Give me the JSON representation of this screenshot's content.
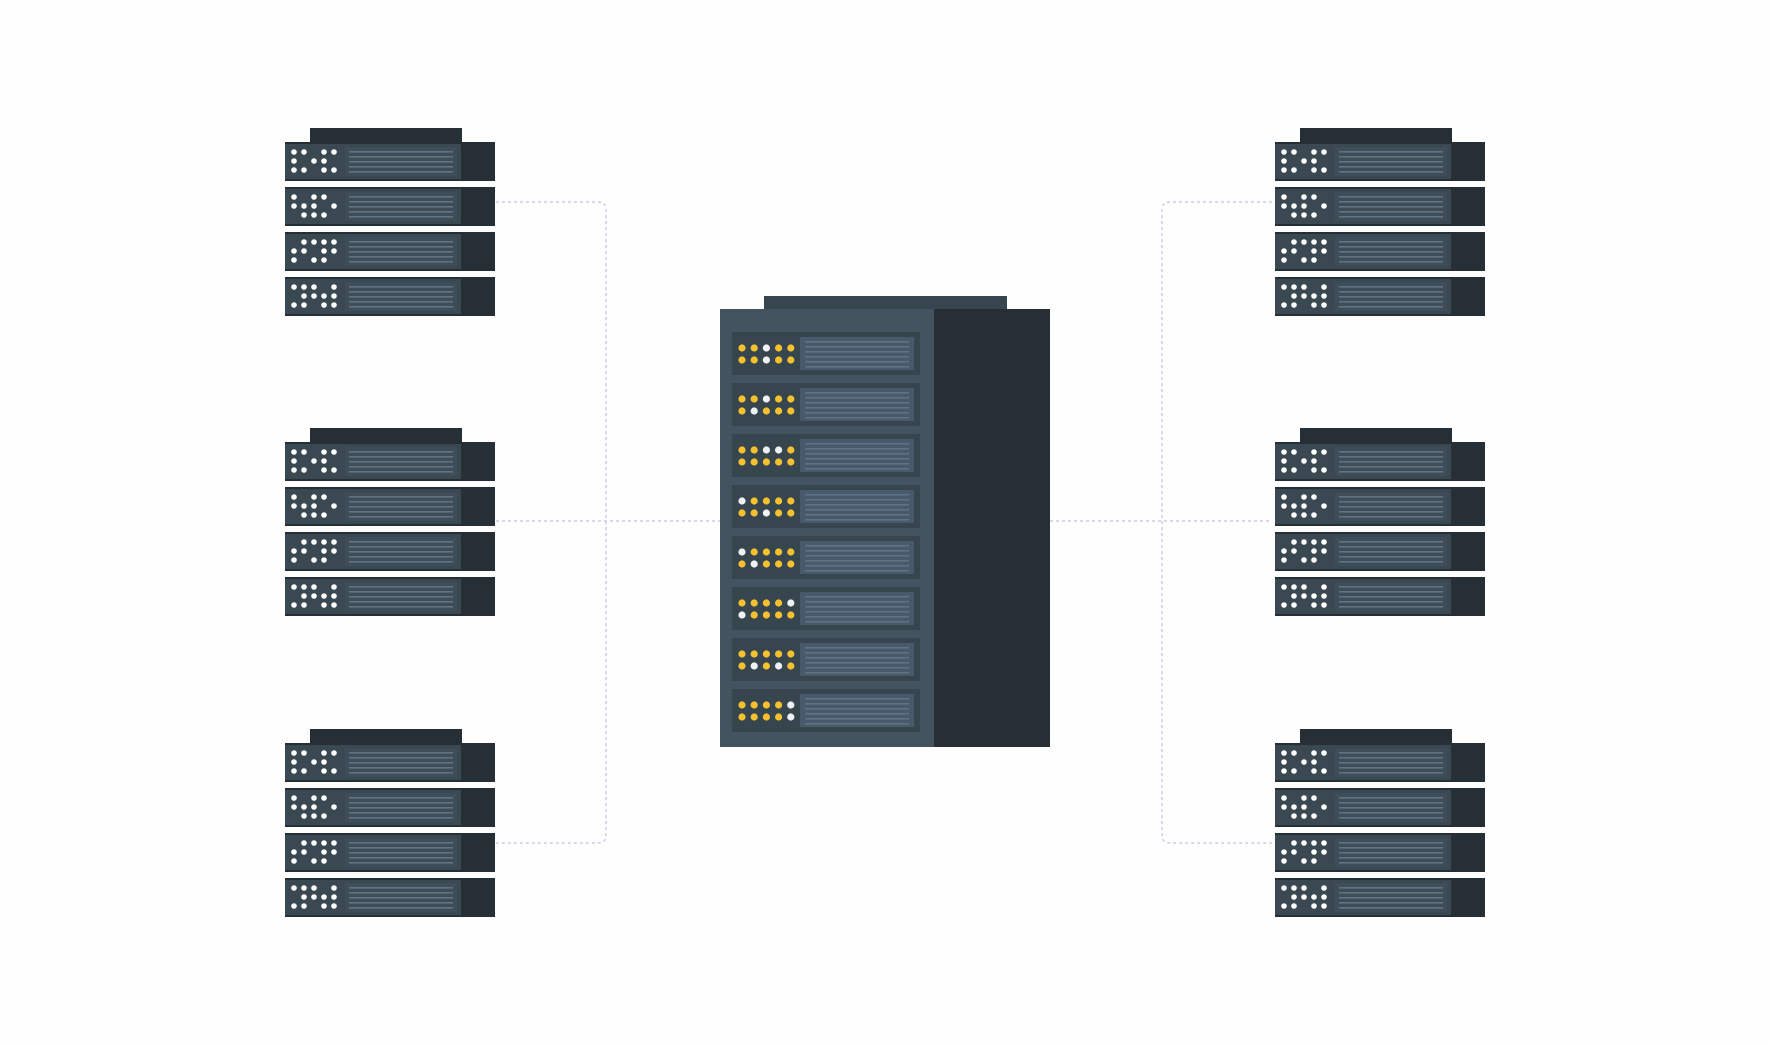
{
  "diagram": {
    "type": "network-topology",
    "central_node": {
      "icon": "server-rack-icon",
      "units": [
        {
          "leds": [
            "y",
            "y",
            "w",
            "y",
            "y",
            "y",
            "y",
            "w",
            "y",
            "y"
          ]
        },
        {
          "leds": [
            "y",
            "y",
            "w",
            "y",
            "y",
            "y",
            "w",
            "y",
            "y",
            "y"
          ]
        },
        {
          "leds": [
            "y",
            "y",
            "w",
            "w",
            "y",
            "y",
            "y",
            "y",
            "y",
            "y"
          ]
        },
        {
          "leds": [
            "w",
            "y",
            "y",
            "y",
            "y",
            "y",
            "y",
            "w",
            "y",
            "y"
          ]
        },
        {
          "leds": [
            "w",
            "y",
            "y",
            "y",
            "y",
            "y",
            "w",
            "y",
            "y",
            "y"
          ]
        },
        {
          "leds": [
            "y",
            "y",
            "y",
            "y",
            "w",
            "w",
            "y",
            "y",
            "y",
            "y"
          ]
        },
        {
          "leds": [
            "y",
            "y",
            "y",
            "y",
            "y",
            "y",
            "w",
            "y",
            "w",
            "y"
          ]
        },
        {
          "leds": [
            "y",
            "y",
            "y",
            "y",
            "w",
            "y",
            "y",
            "y",
            "y",
            "w"
          ]
        }
      ]
    },
    "peripheral_nodes": [
      {
        "id": "left-top",
        "icon": "server-stack-icon"
      },
      {
        "id": "left-middle",
        "icon": "server-stack-icon"
      },
      {
        "id": "left-bottom",
        "icon": "server-stack-icon"
      },
      {
        "id": "right-top",
        "icon": "server-stack-icon"
      },
      {
        "id": "right-middle",
        "icon": "server-stack-icon"
      },
      {
        "id": "right-bottom",
        "icon": "server-stack-icon"
      }
    ],
    "connections": {
      "style": "dotted",
      "links": [
        {
          "from": "left-top",
          "to": "central"
        },
        {
          "from": "left-middle",
          "to": "central"
        },
        {
          "from": "left-bottom",
          "to": "central"
        },
        {
          "from": "right-top",
          "to": "central"
        },
        {
          "from": "right-middle",
          "to": "central"
        },
        {
          "from": "right-bottom",
          "to": "central"
        }
      ]
    },
    "colors": {
      "background": "#fefefe",
      "rack_front": "#435460",
      "rack_side": "#272f35",
      "rack_top": "#37454f",
      "unit_panel": "#37454f",
      "slot": "#47596a",
      "slot_line": "#5f7383",
      "led_yellow": "#f5c12e",
      "led_white": "#eef2f5",
      "stack_dark": "#262f35",
      "stack_panel": "#3f4d58",
      "stack_face": "#3a4852",
      "stack_dot": "#ffffff",
      "connector": "#c9cbea"
    }
  }
}
